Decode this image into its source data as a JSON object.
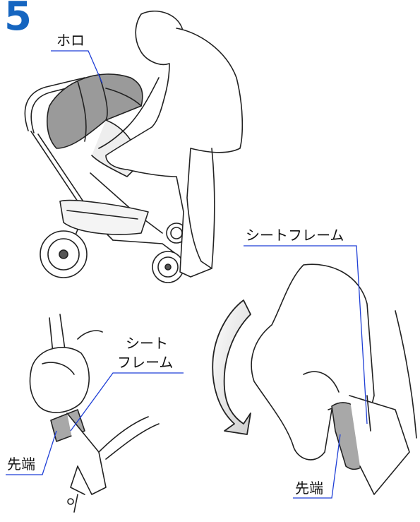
{
  "step_number": "5",
  "labels": {
    "hood": "ホロ",
    "seat_frame_right": "シートフレーム",
    "seat_frame_left_line1": "シート",
    "seat_frame_left_line2": "フレーム",
    "tip_left": "先端",
    "tip_right": "先端"
  },
  "colors": {
    "step_number": "#1565c0",
    "leader_line": "#1f3fd6",
    "hood_fill": "#9a9a9a",
    "part_fill": "#a8a8a8",
    "outline": "#222222"
  }
}
